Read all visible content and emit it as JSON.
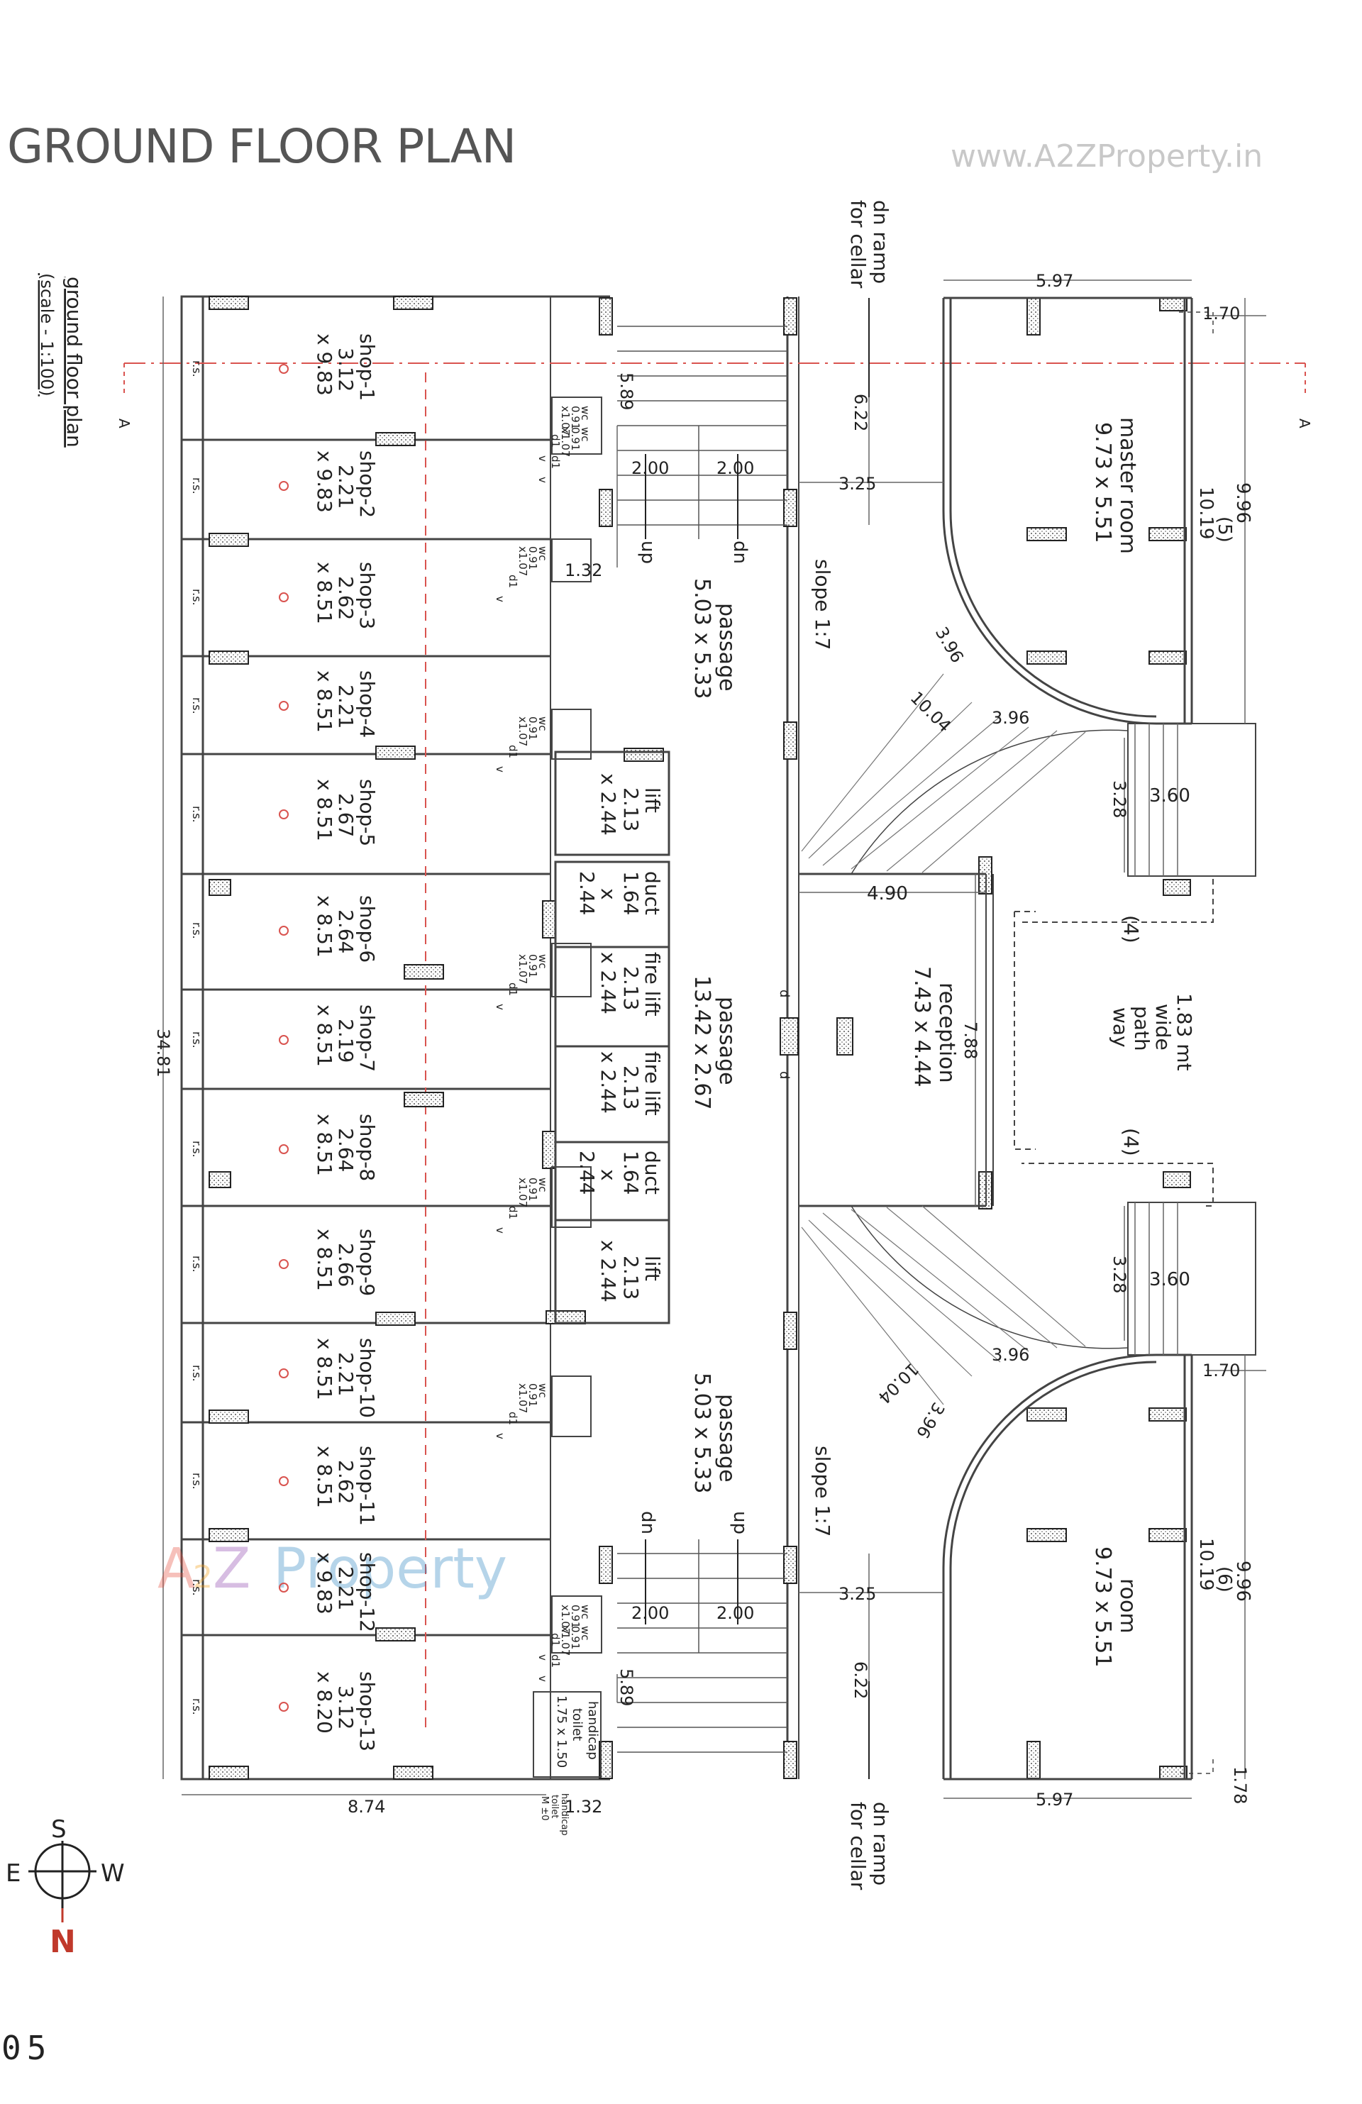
{
  "header": {
    "title": "GROUND FLOOR PLAN",
    "watermark_url": "www.A2ZProperty.in"
  },
  "page_number": "05",
  "plan_caption": {
    "title": "ground floor plan",
    "scale": "(scale - 1:100)"
  },
  "watermark_logo": {
    "prefix": "A",
    "digit": "2",
    "suffix": "Z",
    "word": "Property"
  },
  "section_marker": "A",
  "compass": {
    "north": "N",
    "south": "S",
    "east": "E",
    "west": "W",
    "north_color": "#c0392b"
  },
  "shops": [
    {
      "name": "shop-1",
      "w": "3.12",
      "d": "x 9.83"
    },
    {
      "name": "shop-2",
      "w": "2.21",
      "d": "x 9.83"
    },
    {
      "name": "shop-3",
      "w": "2.62",
      "d": "x 8.51"
    },
    {
      "name": "shop-4",
      "w": "2.21",
      "d": "x 8.51"
    },
    {
      "name": "shop-5",
      "w": "2.67",
      "d": "x 8.51"
    },
    {
      "name": "shop-6",
      "w": "2.64",
      "d": "x 8.51"
    },
    {
      "name": "shop-7",
      "w": "2.19",
      "d": "x 8.51"
    },
    {
      "name": "shop-8",
      "w": "2.64",
      "d": "x 8.51"
    },
    {
      "name": "shop-9",
      "w": "2.66",
      "d": "x 8.51"
    },
    {
      "name": "shop-10",
      "w": "2.21",
      "d": "x 8.51"
    },
    {
      "name": "shop-11",
      "w": "2.62",
      "d": "x 8.51"
    },
    {
      "name": "shop-12",
      "w": "2.21",
      "d": "x 9.83"
    },
    {
      "name": "shop-13",
      "w": "3.12",
      "d": "x 8.20"
    }
  ],
  "rs_label": "r.s.",
  "core": {
    "lift": "lift",
    "duct": "duct",
    "fire_lift": "fire lift",
    "lift_size": [
      "2.13",
      "x 2.44"
    ],
    "duct_size": [
      "1.64",
      "x",
      "2.44"
    ]
  },
  "wc": {
    "label": "wc",
    "size": [
      "0.91",
      "x1.07"
    ],
    "door": "d1",
    "vent": "v"
  },
  "passages": {
    "small": [
      "passage",
      "5.03 x 5.33"
    ],
    "central": [
      "passage",
      "13.42 x 2.67"
    ]
  },
  "reception": [
    "reception",
    "7.43 x 4.44"
  ],
  "master_room": [
    "master room",
    "9.73 x 5.51"
  ],
  "room": [
    "room",
    "9.73 x 5.51"
  ],
  "pathway": [
    "1.83 mt",
    "wide",
    "path",
    "way"
  ],
  "ramps": {
    "label": [
      "dn ramp",
      "for cellar"
    ],
    "slope": "slope 1:7"
  },
  "stairs": {
    "up": "up",
    "dn": "dn"
  },
  "handicap_toilet": {
    "label": [
      "handicap",
      "toilet",
      "1.75 x 1.50"
    ],
    "note": [
      "handicap",
      "toilet",
      "M ±0"
    ]
  },
  "dimensions": {
    "total_length": "34.81",
    "shop_depth": "8.74",
    "d_5_97": "5.97",
    "d_1_70": "1.70",
    "d_1_78": "1.78",
    "d_5_89": "5.89",
    "d_2_00": "2.00",
    "d_6_22": "6.22",
    "d_3_25": "3.25",
    "d_1_32": "1.32",
    "d_9_96": "9.96",
    "d_10_19": "10.19",
    "d_3_96": "3.96",
    "d_10_04": "10.04",
    "d_3_60": "3.60",
    "d_3_28": "3.28",
    "d_4_90": "4.90",
    "d_7_88": "7.88",
    "d_5": "(5)",
    "d_6": "(6)",
    "d_4": "(4)",
    "door_d": "d"
  }
}
